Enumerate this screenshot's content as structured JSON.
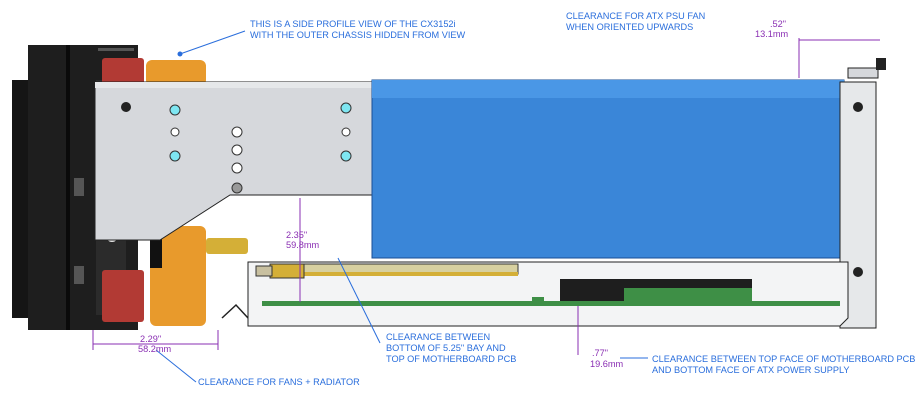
{
  "colors": {
    "callout_blue": "#2a6edc",
    "dimension_purple": "#8a2fb3",
    "psu_blue": "#3a86d8",
    "bay_gray": "#d6d8dc",
    "outline": "#222222",
    "pcb_green": "#3e8f46",
    "connector_gold": "#d4af37",
    "pump_orange": "#e89a2c",
    "fan_red": "#b23a34"
  },
  "annotations": {
    "side_view_line1": "THIS IS A SIDE PROFILE VIEW OF THE CX3152i",
    "side_view_line2": "WITH THE OUTER CHASSIS HIDDEN FROM VIEW",
    "psu_fan_line1": "CLEARANCE FOR ATX PSU FAN",
    "psu_fan_line2": "WHEN ORIENTED UPWARDS",
    "bay_line1": "CLEARANCE BETWEEN",
    "bay_line2": "BOTTOM OF 5.25\" BAY AND",
    "bay_line3": "TOP OF MOTHERBOARD PCB",
    "mb_line1": "CLEARANCE BETWEEN TOP FACE OF MOTHERBOARD PCB",
    "mb_line2": "AND BOTTOM FACE OF ATX POWER SUPPLY",
    "fans_line1": "CLEARANCE FOR FANS + RADIATOR"
  },
  "dimensions": {
    "psu_fan_in": ".52\"",
    "psu_fan_mm": "13.1mm",
    "bay_in": "2.35\"",
    "bay_mm": "59.8mm",
    "fans_in": "2.29\"",
    "fans_mm": "58.2mm",
    "mb_in": ".77\"",
    "mb_mm": "19.6mm"
  }
}
